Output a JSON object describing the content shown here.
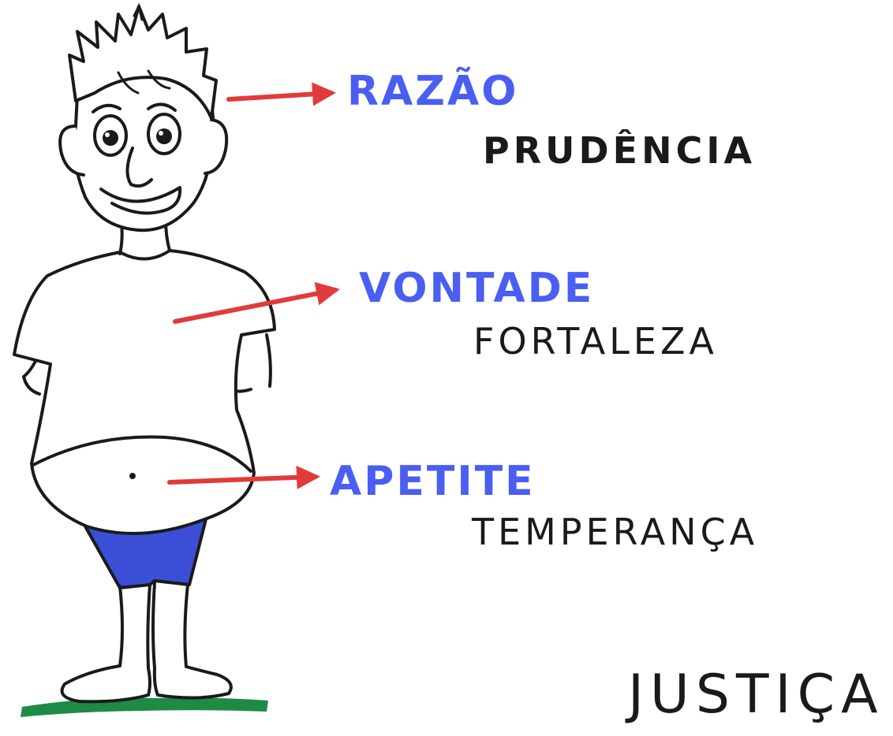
{
  "colors": {
    "ink": "#1a1a1a",
    "accent_blue": "#4a5ef2",
    "arrow_red": "#e23a3a",
    "shorts_blue": "#3b4fd6",
    "grass_green": "#1e8a45"
  },
  "labels": {
    "soul_parts": [
      {
        "part": "RAZÃO",
        "virtue": "PRUDÊNCIA"
      },
      {
        "part": "VONTADE",
        "virtue": "FORTALEZA"
      },
      {
        "part": "APETITE",
        "virtue": "TEMPERANÇA"
      }
    ],
    "summary_virtue": "JUSTIÇA"
  }
}
